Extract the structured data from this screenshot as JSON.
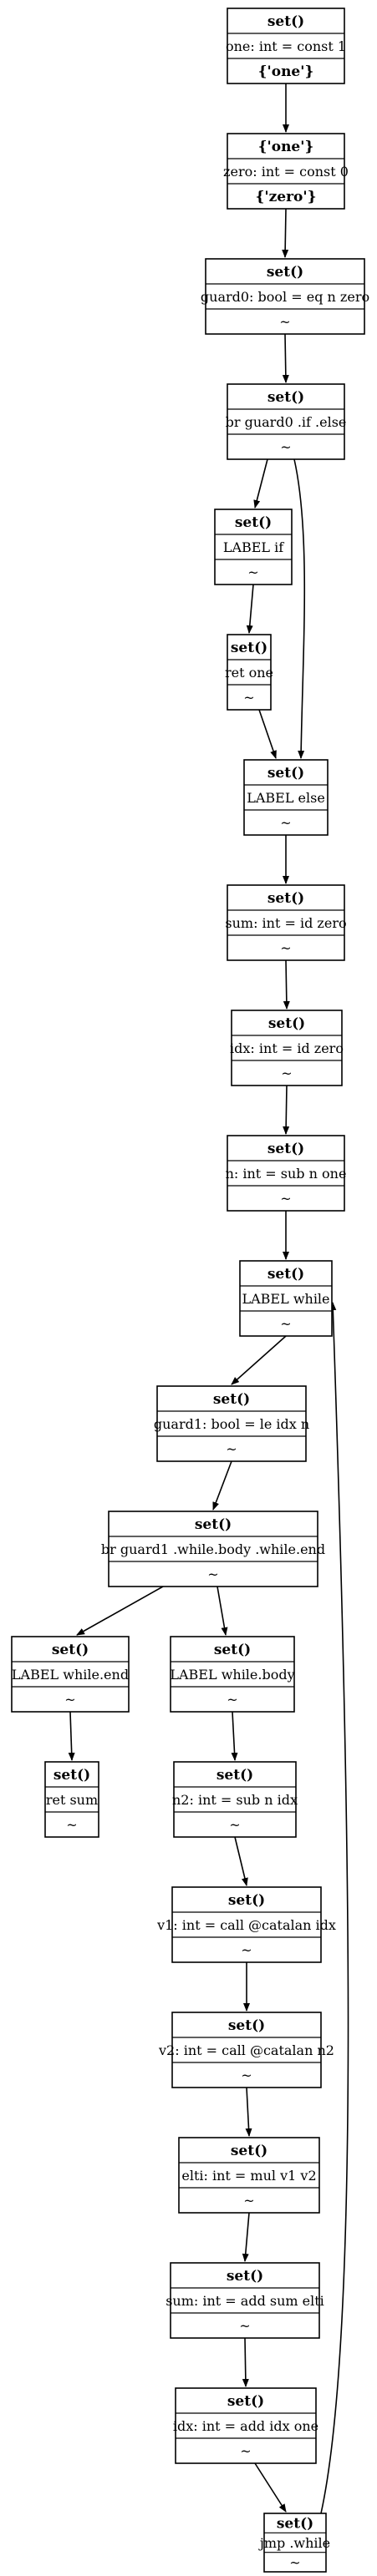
{
  "nodes": [
    {
      "id": "n0",
      "title": "set()",
      "body": "one: int = const 1",
      "footer": "{'one'}",
      "footer_bold": true
    },
    {
      "id": "n1",
      "title": "{'one'}",
      "body": "zero: int = const 0",
      "footer": "{'zero'}",
      "footer_bold": true
    },
    {
      "id": "n2",
      "title": "set()",
      "body": "guard0: bool = eq n zero",
      "footer": "~"
    },
    {
      "id": "n3",
      "title": "set()",
      "body": "br guard0 .if .else",
      "footer": "~"
    },
    {
      "id": "n4",
      "title": "set()",
      "body": "LABEL if",
      "footer": "~"
    },
    {
      "id": "n5",
      "title": "set()",
      "body": "ret one",
      "footer": "~"
    },
    {
      "id": "n6",
      "title": "set()",
      "body": "LABEL else",
      "footer": "~"
    },
    {
      "id": "n7",
      "title": "set()",
      "body": "sum: int = id zero",
      "footer": "~"
    },
    {
      "id": "n8",
      "title": "set()",
      "body": "idx: int = id zero",
      "footer": "~"
    },
    {
      "id": "n9",
      "title": "set()",
      "body": "n: int = sub n one",
      "footer": "~"
    },
    {
      "id": "n10",
      "title": "set()",
      "body": "LABEL while",
      "footer": "~"
    },
    {
      "id": "n11",
      "title": "set()",
      "body": "guard1: bool = le idx n",
      "footer": "~"
    },
    {
      "id": "n12",
      "title": "set()",
      "body": "br guard1 .while.body .while.end",
      "footer": "~"
    },
    {
      "id": "n13",
      "title": "set()",
      "body": "LABEL while.end",
      "footer": "~"
    },
    {
      "id": "n14",
      "title": "set()",
      "body": "ret sum",
      "footer": "~"
    },
    {
      "id": "n15",
      "title": "set()",
      "body": "LABEL while.body",
      "footer": "~"
    },
    {
      "id": "n16",
      "title": "set()",
      "body": "n2: int = sub n idx",
      "footer": "~"
    },
    {
      "id": "n17",
      "title": "set()",
      "body": "v1: int = call @catalan idx",
      "footer": "~"
    },
    {
      "id": "n18",
      "title": "set()",
      "body": "v2: int = call @catalan n2",
      "footer": "~"
    },
    {
      "id": "n19",
      "title": "set()",
      "body": "elti: int = mul v1 v2",
      "footer": "~"
    },
    {
      "id": "n20",
      "title": "set()",
      "body": "sum: int = add sum elti",
      "footer": "~"
    },
    {
      "id": "n21",
      "title": "set()",
      "body": "idx: int = add idx one",
      "footer": "~"
    },
    {
      "id": "n22",
      "title": "set()",
      "body": "jmp .while",
      "footer": "~"
    }
  ],
  "edges": [
    {
      "from": "n0",
      "to": "n1"
    },
    {
      "from": "n1",
      "to": "n2"
    },
    {
      "from": "n2",
      "to": "n3"
    },
    {
      "from": "n3",
      "to": "n4"
    },
    {
      "from": "n3",
      "to": "n6"
    },
    {
      "from": "n4",
      "to": "n5"
    },
    {
      "from": "n5",
      "to": "n6"
    },
    {
      "from": "n6",
      "to": "n7"
    },
    {
      "from": "n7",
      "to": "n8"
    },
    {
      "from": "n8",
      "to": "n9"
    },
    {
      "from": "n9",
      "to": "n10"
    },
    {
      "from": "n10",
      "to": "n11"
    },
    {
      "from": "n11",
      "to": "n12"
    },
    {
      "from": "n12",
      "to": "n13"
    },
    {
      "from": "n12",
      "to": "n15"
    },
    {
      "from": "n13",
      "to": "n14"
    },
    {
      "from": "n15",
      "to": "n16"
    },
    {
      "from": "n16",
      "to": "n17"
    },
    {
      "from": "n17",
      "to": "n18"
    },
    {
      "from": "n18",
      "to": "n19"
    },
    {
      "from": "n19",
      "to": "n20"
    },
    {
      "from": "n20",
      "to": "n21"
    },
    {
      "from": "n21",
      "to": "n22"
    },
    {
      "from": "n22",
      "to": "n10"
    }
  ],
  "colors": {
    "stroke": "#000000",
    "background": "#ffffff",
    "text": "#000000"
  }
}
